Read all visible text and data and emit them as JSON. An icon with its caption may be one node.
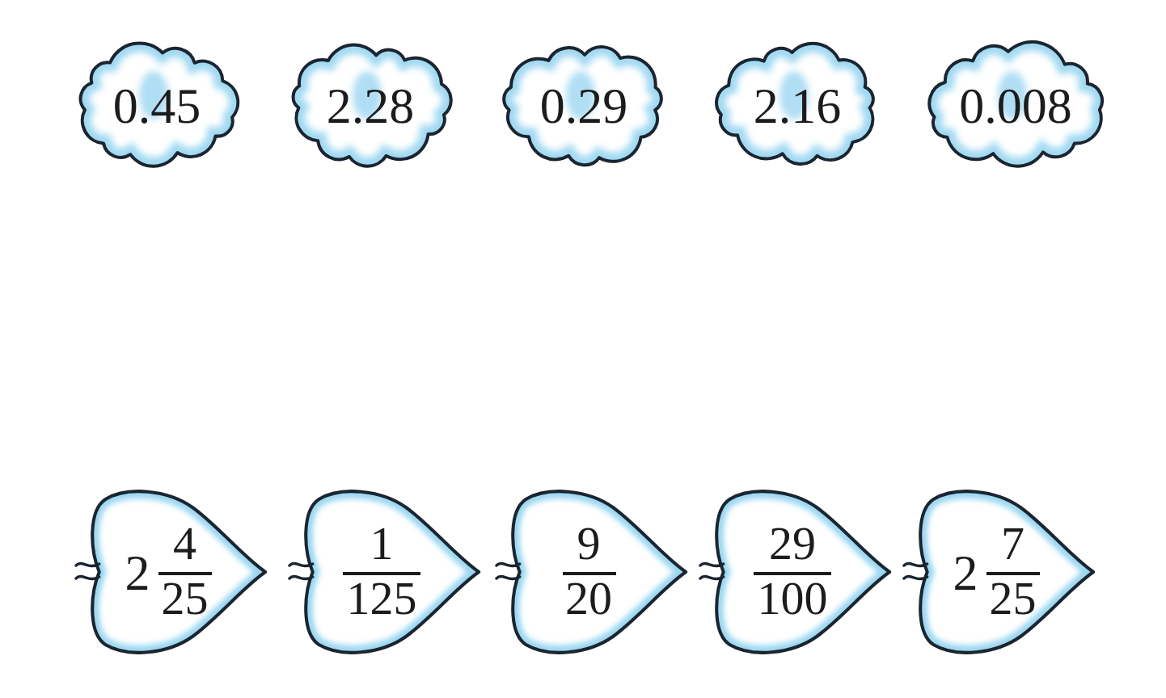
{
  "diagram": {
    "nodes": [
      {
        "text": [
          "0.45"
        ]
      },
      {
        "text": [
          "2.28"
        ]
      },
      {
        "text": [
          "0.29"
        ]
      },
      {
        "text": [
          "2.16"
        ]
      },
      {
        "text": [
          "0.008"
        ]
      },
      {
        "text": [
          "2",
          "4",
          "25"
        ]
      },
      {
        "text": [
          "1",
          "125"
        ]
      },
      {
        "text": [
          "9",
          "20"
        ]
      },
      {
        "text": [
          "29",
          "100"
        ]
      },
      {
        "text": [
          "2",
          "7",
          "25"
        ]
      }
    ]
  }
}
